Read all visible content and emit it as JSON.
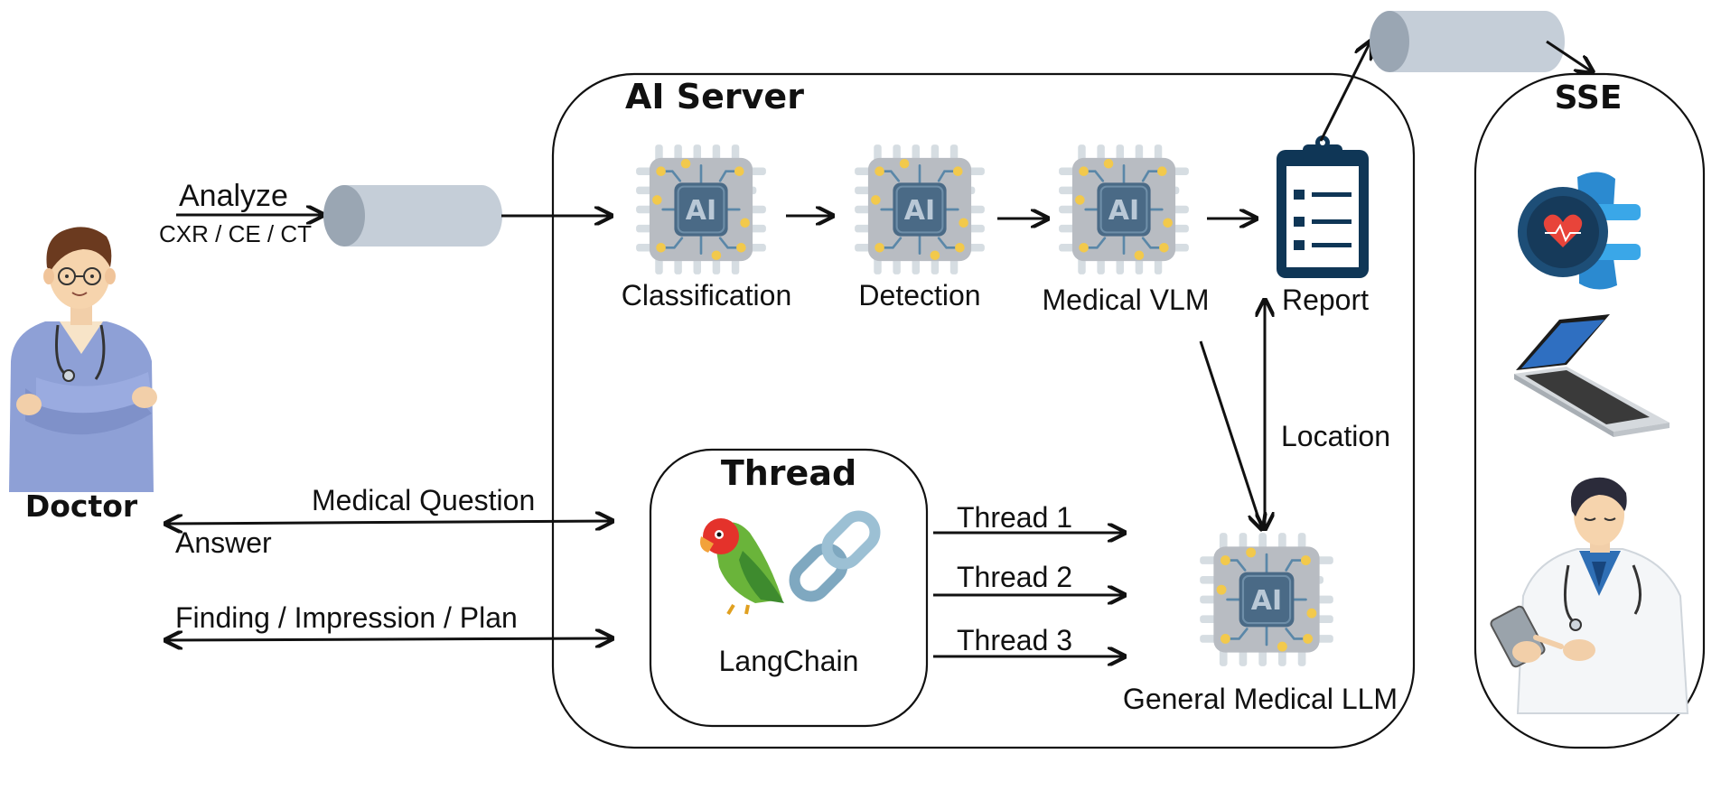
{
  "labels": {
    "doctor": "Doctor",
    "analyze": "Analyze",
    "input_types": "CXR / CE / CT",
    "ai_server": "AI Server",
    "classification": "Classification",
    "detection": "Detection",
    "medical_vlm": "Medical VLM",
    "report": "Report",
    "location": "Location",
    "sse": "SSE",
    "thread_box": "Thread",
    "langchain": "LangChain",
    "thread_1": "Thread 1",
    "thread_2": "Thread 2",
    "thread_3": "Thread 3",
    "general_llm": "General Medical LLM",
    "medical_question": "Medical Question",
    "answer": "Answer",
    "fip": "Finding / Impression / Plan"
  },
  "chip_text": "AI",
  "colors": {
    "stroke": "#111111",
    "cylinder": "#c5ced8",
    "cylinder_cap": "#9aa6b3",
    "chip_body": "#b8bcc2",
    "chip_core": "#4a6a86",
    "chip_pin": "#d6dde2",
    "chip_dot": "#f2c94c",
    "chip_trace": "#5a87a8",
    "report_navy": "#0f3656",
    "watch_band": "#3aa7e8",
    "laptop_screen": "#2f6fc1"
  }
}
